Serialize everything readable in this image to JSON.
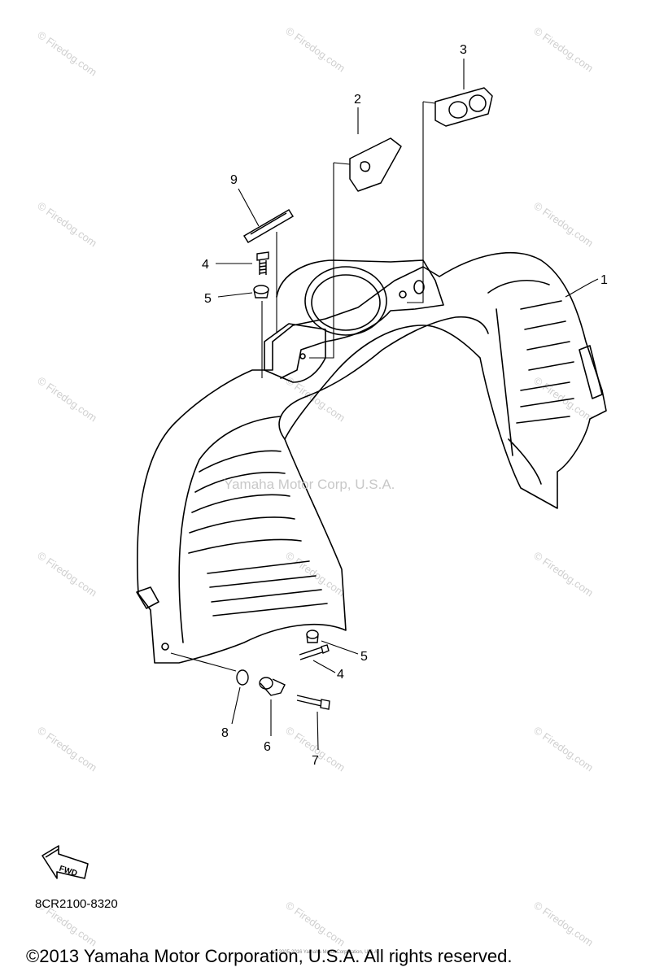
{
  "parts": {
    "p1": "1",
    "p2": "2",
    "p3": "3",
    "p4a": "4",
    "p4b": "4",
    "p5a": "5",
    "p5b": "5",
    "p6": "6",
    "p7": "7",
    "p8": "8",
    "p9": "9"
  },
  "direction_arrow": "FWD",
  "diagram_code": "8CR2100-8320",
  "watermark": "© Firedog.com",
  "center_watermark": "Yamaha Motor Corp, U.S.A.",
  "small_print": "(c) 2005-2016 Yamaha Motor Corporation, U.S.A.",
  "copyright": "©2013 Yamaha Motor Corporation, U.S.A. All rights reserved."
}
